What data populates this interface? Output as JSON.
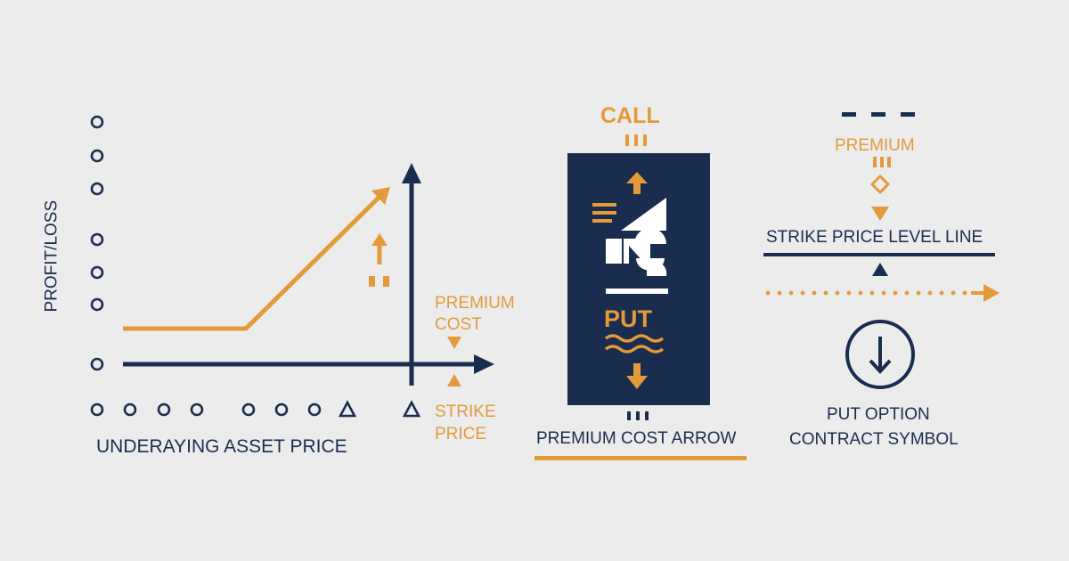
{
  "colors": {
    "navy": "#1b2d4f",
    "orange": "#e39a3b",
    "background": "#ececec"
  },
  "payoff_chart": {
    "y_label": "PROFIT/LOSS",
    "x_label": "UNDERAYING ASSET PRICE",
    "y_tick_symbol": "o",
    "x_tick_symbols": [
      "o",
      "o",
      "o",
      "o",
      "o",
      "o",
      "o",
      "△",
      "△"
    ],
    "premium_label_line1": "PREMIUM",
    "premium_label_line2": "COST",
    "strike_label_line1": "STRIKE",
    "strike_label_line2": "PRICE"
  },
  "option_panel": {
    "call_label": "CALL",
    "put_label": "PUT",
    "caption": "PREMIUM COST ARROW"
  },
  "legend_panel": {
    "premium_label": "PREMIUM",
    "strike_line_label": "STRIKE PRICE LEVEL LINE",
    "symbol_caption_line1": "PUT OPTION",
    "symbol_caption_line2": "CONTRACT SYMBOL",
    "symbol_icon": "down-arrow-circle-icon"
  }
}
